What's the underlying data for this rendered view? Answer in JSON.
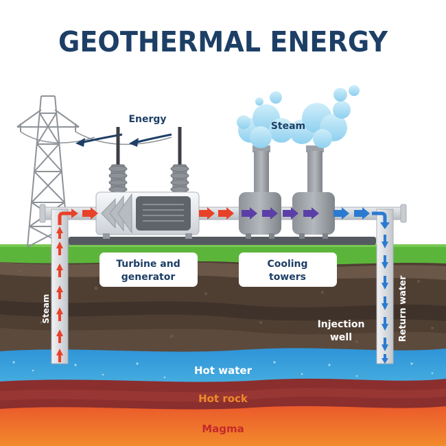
{
  "title": "GEOTHERMAL ENERGY",
  "labels": {
    "energy": "Energy",
    "steam_cloud": "Steam",
    "turbine_line1": "Turbine and",
    "turbine_line2": "generator",
    "cooling_line1": "Cooling",
    "cooling_line2": "towers",
    "steam_pipe": "Steam",
    "injection_line1": "Injection",
    "injection_line2": "well",
    "return_water": "Return water",
    "hot_water": "Hot water",
    "hot_rock": "Hot rock",
    "magma": "Magma"
  },
  "colors": {
    "title": "#1d3f66",
    "hot_arrow": "#e8412a",
    "cool_arrow": "#5b3fa6",
    "cold_arrow": "#2b7ad1",
    "grass": "#5cb53b",
    "soil": "#4f3f33",
    "water": "#3aa0de",
    "hot_rock": "#8a2e2e",
    "magma": "#f0622c",
    "hot_rock_text": "#f08a2a",
    "magma_text": "#c42a2a"
  }
}
